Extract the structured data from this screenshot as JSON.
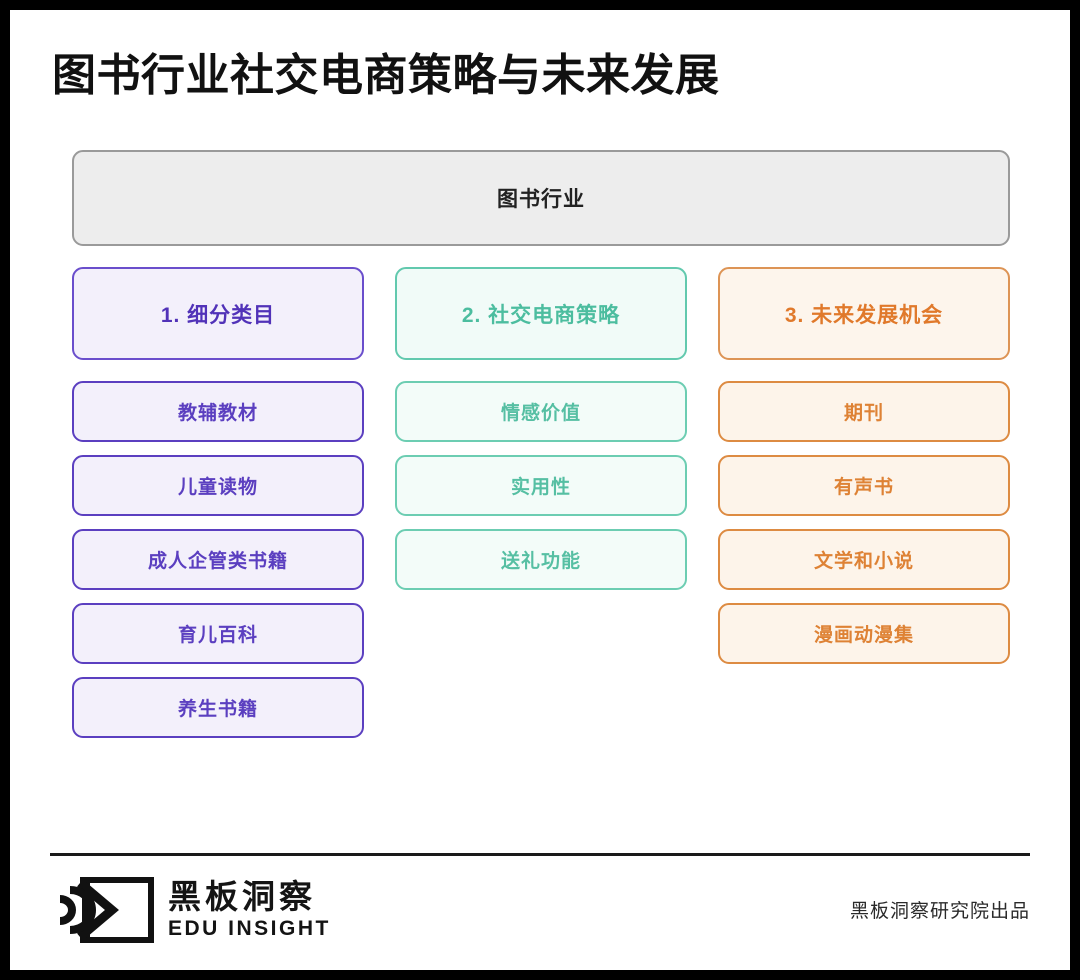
{
  "page": {
    "title": "图书行业社交电商策略与未来发展",
    "frame_color": "#000000",
    "background": "#ffffff"
  },
  "root_node": {
    "label": "图书行业",
    "fill": "#ededed",
    "border": "#9a9a9a"
  },
  "columns": [
    {
      "id": "segments",
      "accent": "#5b3fc0",
      "fill": "#f3f0fb",
      "header": "1. 细分类目",
      "items": [
        "教辅教材",
        "儿童读物",
        "成人企管类书籍",
        "育儿百科",
        "养生书籍"
      ]
    },
    {
      "id": "social-commerce-strategy",
      "accent": "#56bfa3",
      "fill": "#f3fcf9",
      "header": "2. 社交电商策略",
      "items": [
        "情感价值",
        "实用性",
        "送礼功能"
      ]
    },
    {
      "id": "future-opportunities",
      "accent": "#de8235",
      "fill": "#fdf4ea",
      "header": "3. 未来发展机会",
      "items": [
        "期刊",
        "有声书",
        "文学和小说",
        "漫画动漫集"
      ]
    }
  ],
  "footer": {
    "logo_icon": "eye-logo-icon",
    "brand_cn": "黑板洞察",
    "brand_en": "EDU INSIGHT",
    "credit": "黑板洞察研究院出品"
  }
}
